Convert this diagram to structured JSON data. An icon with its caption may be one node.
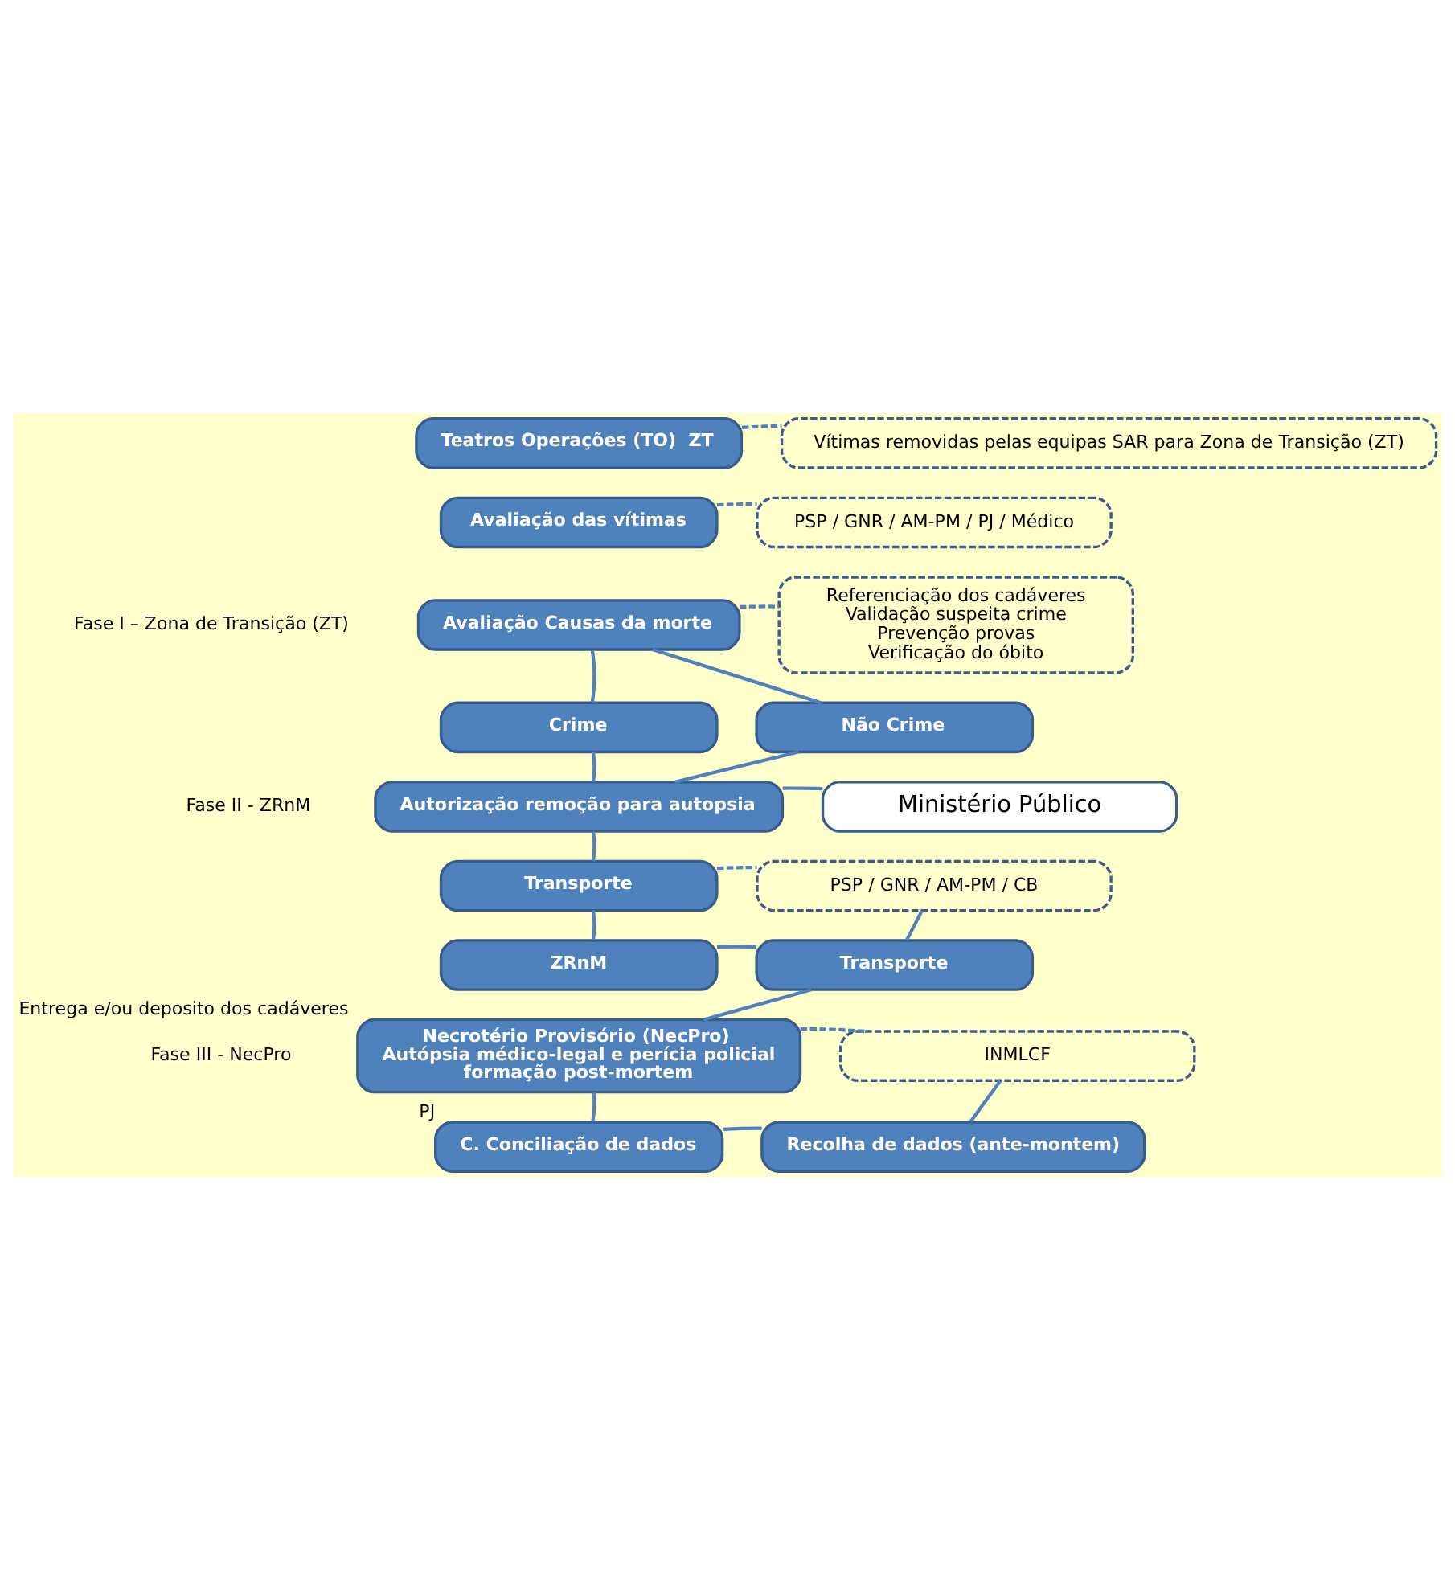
{
  "diagram": {
    "nodes": [
      {
        "text": [
          "Teatros Operações (TO)  ZT"
        ]
      },
      {
        "text": [
          "Vítimas removidas pelas equipas SAR para Zona de Transição (ZT)"
        ]
      },
      {
        "text": [
          "Avaliação das vítimas"
        ]
      },
      {
        "text": [
          "PSP / GNR / AM-PM / PJ / Médico"
        ]
      },
      {
        "text": [
          "Avaliação Causas da morte"
        ]
      },
      {
        "text": [
          "Referenciação dos cadáveres",
          "Validação suspeita crime",
          "Prevenção provas",
          "Verificação do óbito"
        ]
      },
      {
        "text": [
          "Crime"
        ]
      },
      {
        "text": [
          "Não Crime"
        ]
      },
      {
        "text": [
          "Autorização remoção para autopsia"
        ]
      },
      {
        "text": [
          "Ministério Público"
        ]
      },
      {
        "text": [
          "Transporte"
        ]
      },
      {
        "text": [
          "PSP / GNR / AM-PM / CB"
        ]
      },
      {
        "text": [
          "ZRnM"
        ]
      },
      {
        "text": [
          "Transporte"
        ]
      },
      {
        "text": [
          "Necrotério Provisório (NecPro)",
          "Autópsia médico-legal e perícia policial",
          "formação post-mortem"
        ],
        "beside": [
          "Entrega e/ou deposito dos cadáveres"
        ]
      },
      {
        "text": [
          "INMLCF"
        ]
      },
      {
        "text": [
          "C. Conciliação de dados"
        ],
        "beside": [
          "PJ"
        ]
      },
      {
        "text": [
          "Recolha de dados (ante-montem)"
        ]
      }
    ],
    "edges": [
      {
        "from": 0,
        "to": 1,
        "arrow": "none",
        "style": "dashed"
      },
      {
        "from": 2,
        "to": 3,
        "arrow": "none",
        "style": "dashed"
      },
      {
        "from": 4,
        "to": 5,
        "arrow": "none",
        "style": "dashed"
      },
      {
        "from": 4,
        "to": 6,
        "arrow": "none"
      },
      {
        "from": 4,
        "to": 7,
        "arrow": "none"
      },
      {
        "from": 6,
        "to": 8,
        "arrow": "none"
      },
      {
        "from": 7,
        "to": 8,
        "arrow": "none"
      },
      {
        "from": 8,
        "to": 9,
        "arrow": "none"
      },
      {
        "from": 8,
        "to": 10,
        "arrow": "none"
      },
      {
        "from": 10,
        "to": 11,
        "arrow": "none",
        "style": "dashed"
      },
      {
        "from": 10,
        "to": 12,
        "arrow": "none"
      },
      {
        "from": 11,
        "to": 13,
        "arrow": "none"
      },
      {
        "from": 12,
        "to": 13,
        "arrow": "none"
      },
      {
        "from": 13,
        "to": 14,
        "arrow": "none"
      },
      {
        "from": 14,
        "to": 15,
        "arrow": "none",
        "style": "dashed"
      },
      {
        "from": 15,
        "to": 17,
        "arrow": "none"
      },
      {
        "from": 14,
        "to": 16,
        "arrow": "none"
      },
      {
        "from": 16,
        "to": 17,
        "arrow": "none"
      }
    ],
    "labels": [
      "Fase I – Zona de Transição (ZT)",
      "Fase II - ZRnM",
      "Fase III - NecPro"
    ]
  }
}
